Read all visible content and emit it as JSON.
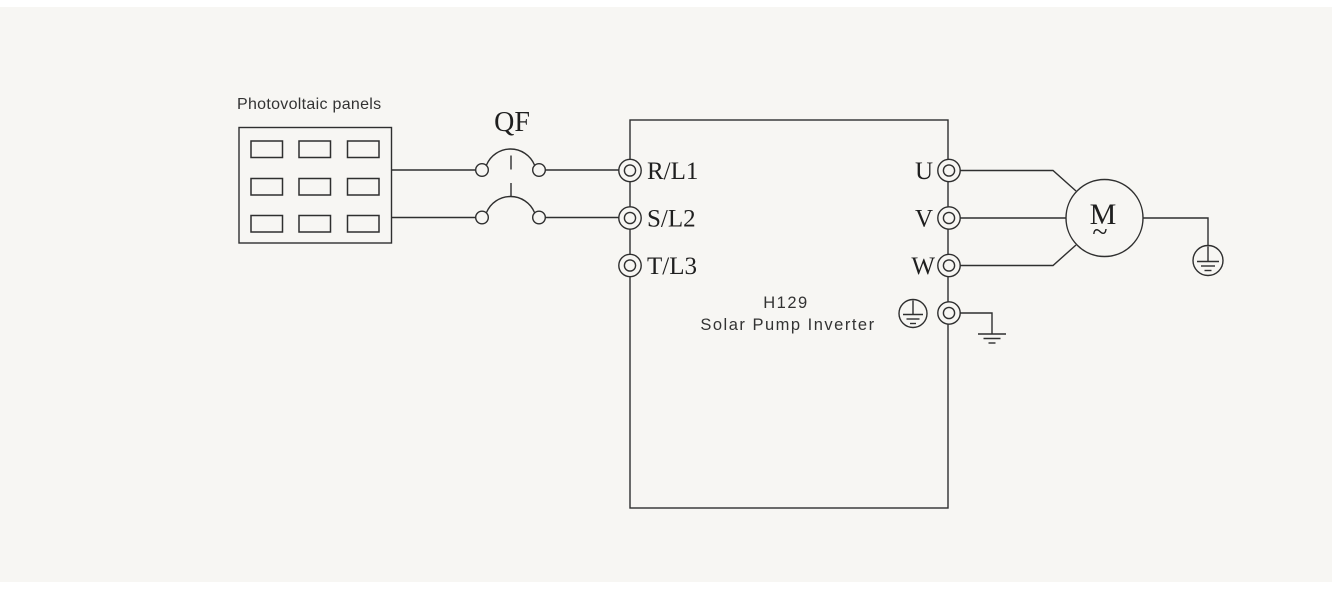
{
  "page": {
    "background": "#ffffff",
    "canvas_background": "#f7f6f3",
    "line_color": "#2f2f2f",
    "text_color": "#1f1f1f",
    "sans_text_color": "#333333"
  },
  "pv": {
    "label": "Photovoltaic panels"
  },
  "breaker": {
    "label": "QF"
  },
  "inverter": {
    "model": "H129",
    "name": "Solar Pump Inverter",
    "input_terminals": [
      "R/L1",
      "S/L2",
      "T/L3"
    ],
    "output_terminals": [
      "U",
      "V",
      "W"
    ]
  },
  "motor": {
    "label": "M",
    "phase_symbol": "~"
  }
}
